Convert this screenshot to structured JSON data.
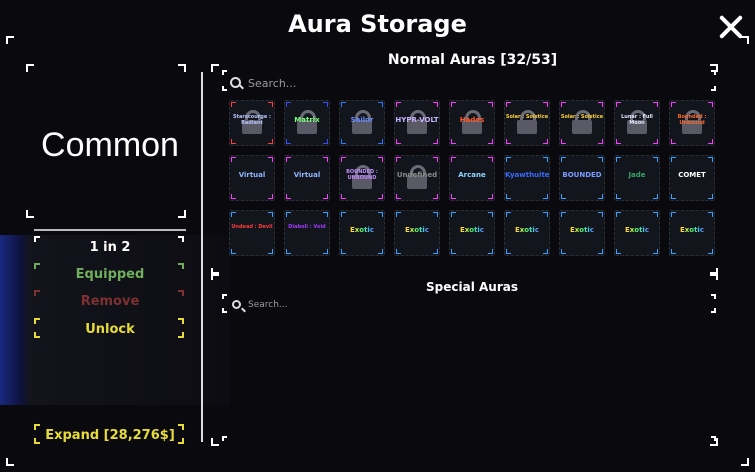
{
  "header": {
    "title": "Aura Storage"
  },
  "left_panel": {
    "rarity": "Common",
    "count": "1 in 2",
    "equipped_label": "Equipped",
    "remove_label": "Remove",
    "unlock_label": "Unlock",
    "expand_label": "Expand [28,276$]",
    "colors": {
      "equipped": "#6fae5a",
      "remove": "#7d3131",
      "unlock": "#e7dc37",
      "expand": "#e7dc37"
    }
  },
  "normal": {
    "title": "Normal Auras [32/53]",
    "search_placeholder": "Search...",
    "tiles": [
      {
        "label": "Starscourge : Radiant",
        "color": "#b9c8ff",
        "border": "#ff3a3a",
        "locked": true
      },
      {
        "label": "Matrix",
        "color": "#7cff7c",
        "border": "#3a4bff",
        "locked": true
      },
      {
        "label": "Sailor",
        "color": "#6a8cff",
        "border": "#2a7aff",
        "locked": true
      },
      {
        "label": "HYPR-VOLT",
        "color": "#c9b5ff",
        "border": "#ff3aff",
        "locked": true
      },
      {
        "label": "Hades",
        "color": "#ff5a2a",
        "border": "#ff3aff",
        "locked": true
      },
      {
        "label": "Solar : Solstice",
        "color": "#ffd23a",
        "border": "#ff3aff",
        "locked": true
      },
      {
        "label": "Solar : Solstice",
        "color": "#ffd23a",
        "border": "#ff3aff",
        "locked": true
      },
      {
        "label": "Lunar : Full Moon",
        "color": "#e8e8ff",
        "border": "#ff3aff",
        "locked": true
      },
      {
        "label": "Bounded : Unbound",
        "color": "#ff6a2a",
        "border": "#ff3aff",
        "locked": true
      },
      {
        "label": "Virtual",
        "color": "#8fb6ff",
        "border": "#ff3aff",
        "locked": false
      },
      {
        "label": "Virtual",
        "color": "#8fb6ff",
        "border": "#ff3aff",
        "locked": false
      },
      {
        "label": "BOUNDED : UNBOUND",
        "color": "#c48cff",
        "border": "#ff3aff",
        "locked": true
      },
      {
        "label": "Undefined",
        "color": "#8a8a8a",
        "border": "#ff3aff",
        "locked": true
      },
      {
        "label": "Arcane",
        "color": "#8fd6ff",
        "border": "#ff3aff",
        "locked": false
      },
      {
        "label": "Kyawthuite",
        "color": "#3a6aff",
        "border": "#3aa0ff",
        "locked": false
      },
      {
        "label": "BOUNDED",
        "color": "#7a9cff",
        "border": "#3aa0ff",
        "locked": false
      },
      {
        "label": "Jade",
        "color": "#3aa06a",
        "border": "#3aa0ff",
        "locked": false
      },
      {
        "label": "COMET",
        "color": "#ffffff",
        "border": "#3aa0ff",
        "locked": false
      },
      {
        "label": "Undead : Devil",
        "color": "#ff3a3a",
        "border": "#3aa0ff",
        "locked": false
      },
      {
        "label": "Diaboli : Void",
        "color": "#a03aff",
        "border": "#3aa0ff",
        "locked": false
      },
      {
        "label": "Exotic",
        "color": "exotic",
        "border": "#3aa0ff",
        "locked": false
      },
      {
        "label": "Exotic",
        "color": "exotic",
        "border": "#3aa0ff",
        "locked": false
      },
      {
        "label": "Exotic",
        "color": "exotic",
        "border": "#3aa0ff",
        "locked": false
      },
      {
        "label": "Exotic",
        "color": "exotic",
        "border": "#3aa0ff",
        "locked": false
      },
      {
        "label": "Exotic",
        "color": "exotic",
        "border": "#3aa0ff",
        "locked": false
      },
      {
        "label": "Exotic",
        "color": "exotic",
        "border": "#3aa0ff",
        "locked": false
      },
      {
        "label": "Exotic",
        "color": "exotic",
        "border": "#3aa0ff",
        "locked": false
      }
    ]
  },
  "special": {
    "title": "Special Auras",
    "search_placeholder": "Search..."
  }
}
